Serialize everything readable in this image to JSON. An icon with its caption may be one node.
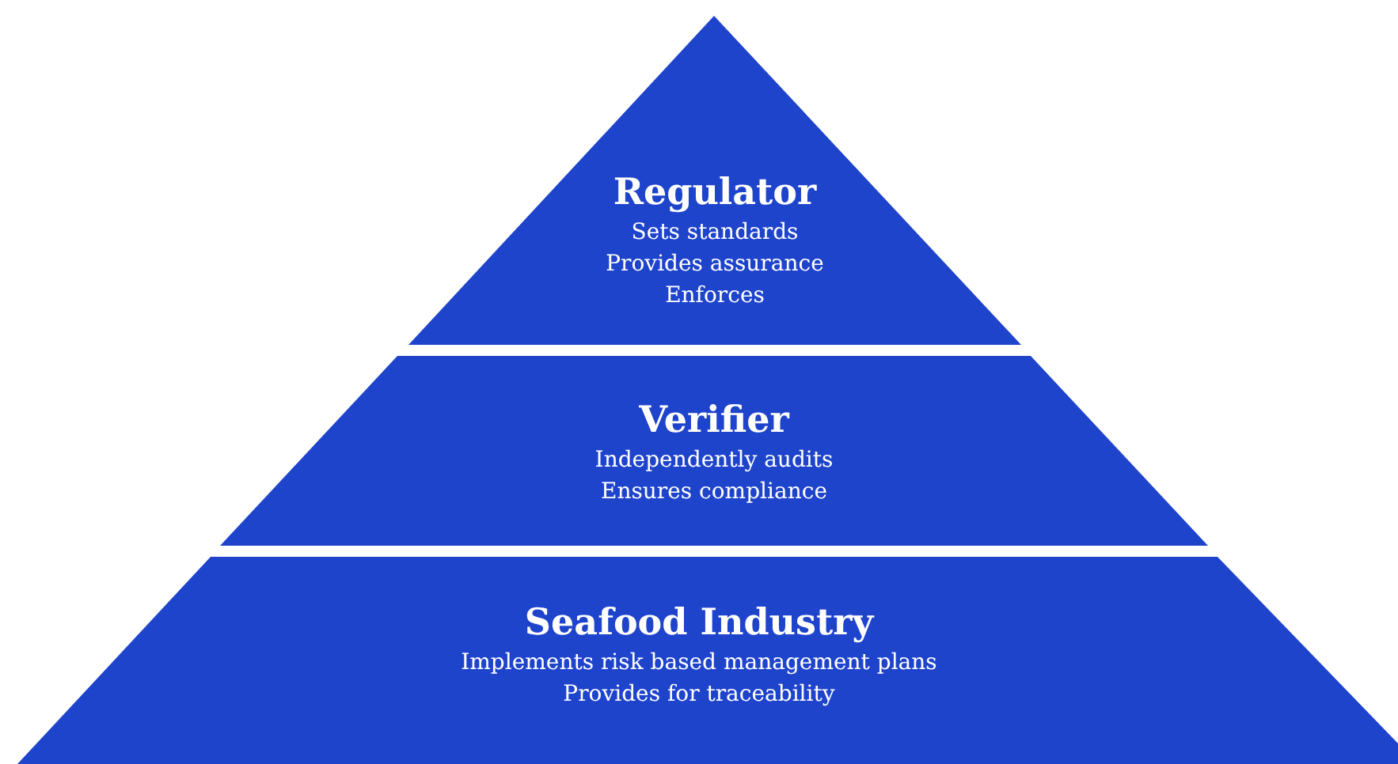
{
  "diagram": {
    "nodes": [
      {
        "text": [
          "Regulator",
          "Sets standards",
          "Provides assurance",
          "Enforces"
        ]
      },
      {
        "text": [
          "Verifier",
          "Independently audits",
          "Ensures compliance"
        ]
      },
      {
        "text": [
          "Seafood Industry",
          "Implements risk based management plans",
          "Provides for traceability"
        ]
      }
    ]
  }
}
